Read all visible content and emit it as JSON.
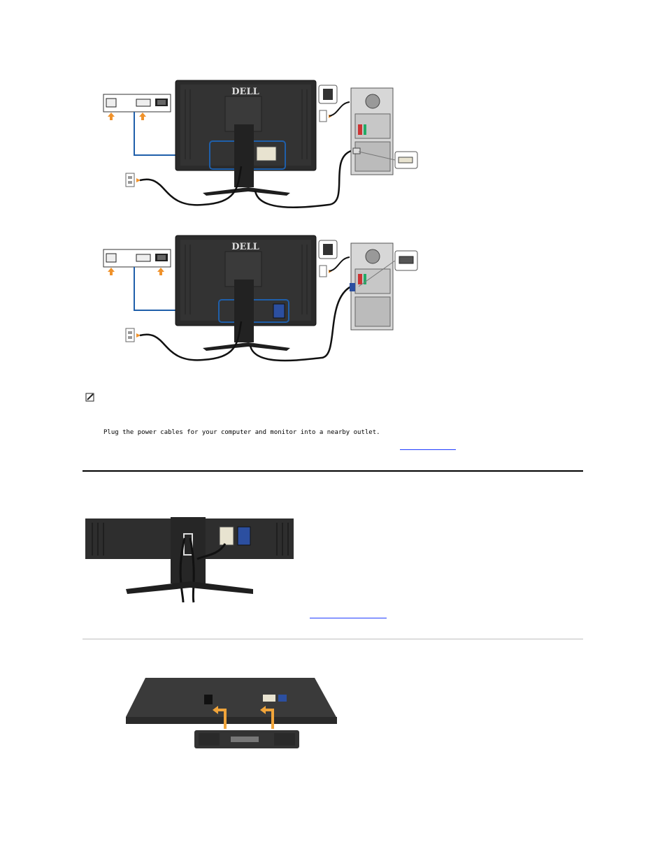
{
  "brand": {
    "logo_text": "DELL"
  },
  "figures": [
    {
      "id": "dvi-connection",
      "description_icon": "monitor-back-dvi-connection"
    },
    {
      "id": "vga-connection",
      "description_icon": "monitor-back-vga-connection"
    },
    {
      "id": "cable-management",
      "description_icon": "monitor-stand-cable-routing"
    },
    {
      "id": "soundbar-attach",
      "description_icon": "monitor-bottom-soundbar"
    }
  ],
  "note": {
    "icon": "pencil-note-icon",
    "power_instruction": "Plug the power cables for your computer and monitor into a nearby outlet."
  },
  "colors": {
    "rule": "#000000",
    "thin_rule": "#bdbdbd",
    "link": "#1f3cff",
    "arrow_orange": "#f0922b",
    "cable_blue": "#1f5faa"
  }
}
